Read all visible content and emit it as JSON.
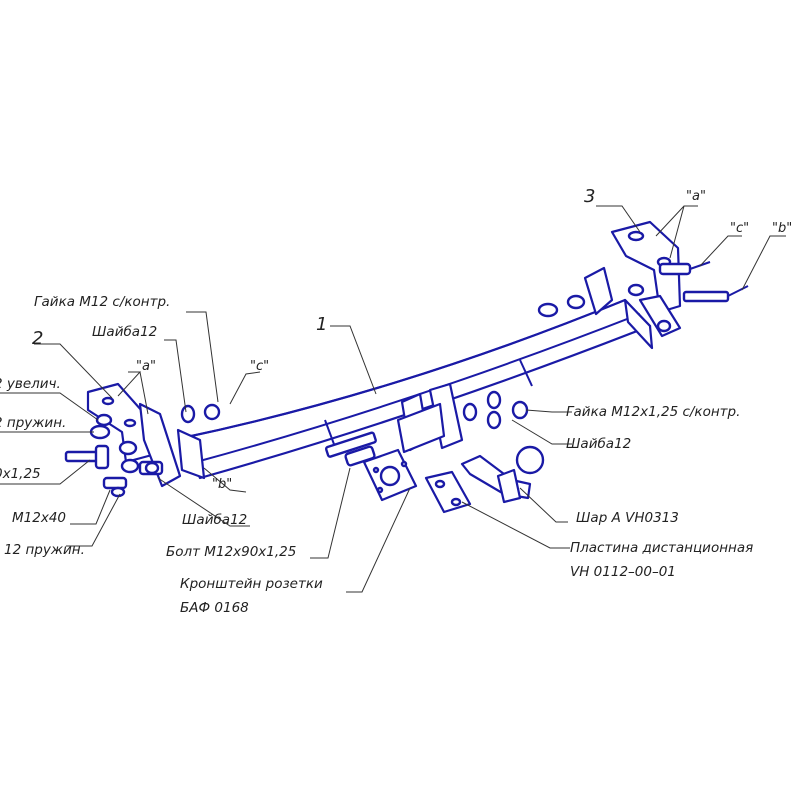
{
  "colors": {
    "outline": "#1a1aa6",
    "leader": "#333333",
    "background": "#ffffff"
  },
  "labels": {
    "num_1": "1",
    "num_2": "2",
    "num_3": "3",
    "a_left": "\"a\"",
    "c_left": "\"c\"",
    "b_left": "\"b\"",
    "a_right": "\"a\"",
    "c_right": "\"c\"",
    "b_right": "\"b\"",
    "nut_m12": "Гайка М12 с/контр.",
    "washer_left": "Шайба12",
    "uvelich": "2 увелич.",
    "pruzhin": "2 пружин.",
    "bolt_x125": "0x1,25",
    "m12x40": "М12х40",
    "pruzhin12": "12 пружин.",
    "washer_bottom": "Шайба12",
    "bolt_m12x90": "Болт М12х90х1,25",
    "socket_bracket_1": "Кронштейн розетки",
    "socket_bracket_2": "БАФ 0168",
    "nut_m12x125": "Гайка М12х1,25 с/контр.",
    "washer_right": "Шайба12",
    "ball": "Шар А VH0313",
    "spacer_plate_1": "Пластина дистанционная",
    "spacer_plate_2": "VH 0112–00–01"
  }
}
